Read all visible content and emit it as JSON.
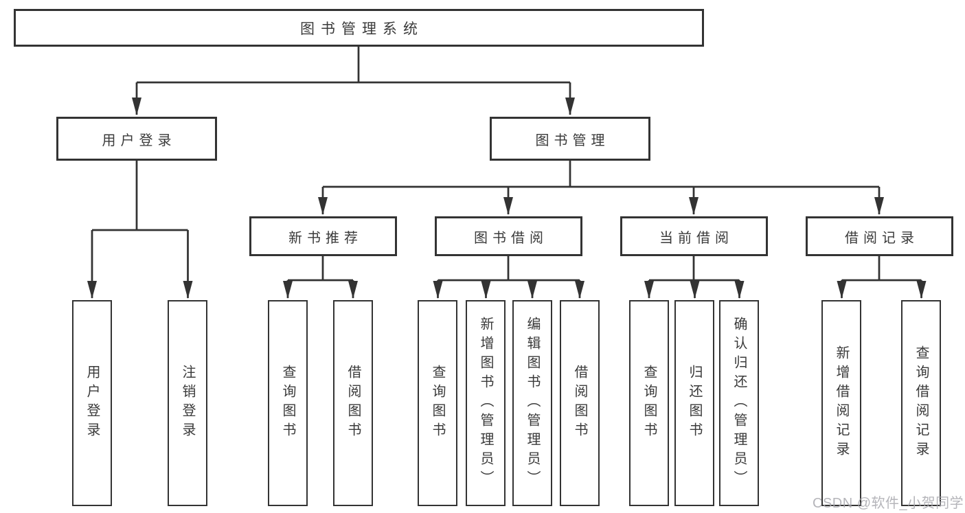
{
  "tree": {
    "root": {
      "label": "图书管理系统"
    },
    "children": [
      {
        "label": "用户登录",
        "children": [
          {
            "label": "用户登录"
          },
          {
            "label": "注销登录"
          }
        ]
      },
      {
        "label": "图书管理",
        "children": [
          {
            "label": "新书推荐",
            "children": [
              {
                "label": "查询图书"
              },
              {
                "label": "借阅图书"
              }
            ]
          },
          {
            "label": "图书借阅",
            "children": [
              {
                "label": "查询图书"
              },
              {
                "label": "新增图书（管理员）"
              },
              {
                "label": "编辑图书（管理员）"
              },
              {
                "label": "借阅图书"
              }
            ]
          },
          {
            "label": "当前借阅",
            "children": [
              {
                "label": "查询图书"
              },
              {
                "label": "归还图书"
              },
              {
                "label": "确认归还（管理员）"
              }
            ]
          },
          {
            "label": "借阅记录",
            "children": [
              {
                "label": "新增借阅记录"
              },
              {
                "label": "查询借阅记录"
              }
            ]
          }
        ]
      }
    ]
  },
  "watermark": {
    "text": "CSDN @软件_小贺同学"
  },
  "colors": {
    "line": "#333333",
    "text": "#3a3a3a",
    "background": "#ffffff",
    "watermark": "#a8a8ae"
  }
}
